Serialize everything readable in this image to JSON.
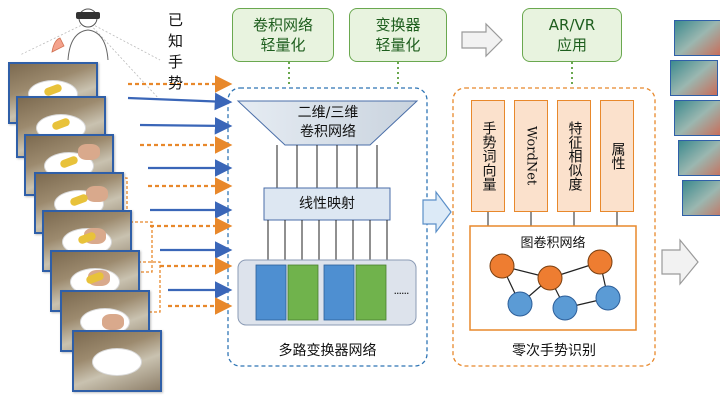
{
  "known_gesture_label": "已知手势",
  "top_boxes": {
    "cnn_light": "卷积网络\n轻量化",
    "transformer_light": "变换器\n轻量化",
    "ar_vr": "AR/VR\n应用"
  },
  "multi_path": {
    "cnn": "二维/三维\n卷积网络",
    "linear": "线性映射",
    "dots": "......",
    "caption": "多路变换器网络"
  },
  "zero_shot": {
    "features": [
      "手势词向量",
      "WordNet",
      "特征相似度",
      "属性"
    ],
    "gcn": "图卷积网络",
    "caption": "零次手势识别"
  },
  "colors": {
    "green_box_fill": "#e8f3df",
    "green_box_border": "#6aa84f",
    "blue_dashed": "#2f75b5",
    "orange_dashed": "#e8882b",
    "feature_fill": "#fbe1cc",
    "orange_node": "#ee7d31",
    "blue_node": "#5b9bd5",
    "token_blue": "#4e8fd1",
    "token_green": "#70b34c"
  }
}
